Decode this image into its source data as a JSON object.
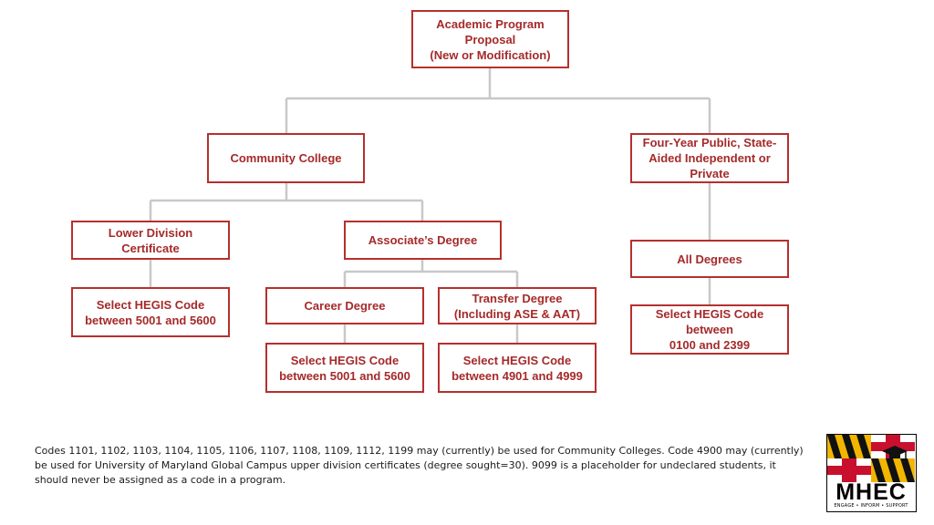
{
  "diagram": {
    "nodes": {
      "root": "Academic Program\nProposal\n(New or Modification)",
      "community_college": "Community College",
      "four_year": "Four-Year Public, State-\nAided Independent or\nPrivate",
      "lower_division": "Lower Division\nCertificate",
      "associates": "Associate’s Degree",
      "all_degrees": "All Degrees",
      "hegis_lower": "Select HEGIS Code\nbetween 5001 and 5600",
      "career": "Career Degree",
      "transfer": "Transfer Degree\n(Including ASE & AAT)",
      "hegis_all": "Select HEGIS Code\nbetween\n0100 and 2399",
      "hegis_career": "Select HEGIS Code\nbetween 5001 and 5600",
      "hegis_transfer": "Select HEGIS Code\nbetween 4901 and 4999"
    },
    "edges": [
      [
        "root",
        "community_college"
      ],
      [
        "root",
        "four_year"
      ],
      [
        "community_college",
        "lower_division"
      ],
      [
        "community_college",
        "associates"
      ],
      [
        "lower_division",
        "hegis_lower"
      ],
      [
        "associates",
        "career"
      ],
      [
        "associates",
        "transfer"
      ],
      [
        "career",
        "hegis_career"
      ],
      [
        "transfer",
        "hegis_transfer"
      ],
      [
        "four_year",
        "all_degrees"
      ],
      [
        "all_degrees",
        "hegis_all"
      ]
    ]
  },
  "footnote": "Codes 1101, 1102, 1103, 1104, 1105, 1106, 1107, 1108, 1109, 1112, 1199 may (currently) be used for Community Colleges.  Code 4900 may (currently) be used for University of Maryland Global Campus upper division certificates (degree sought=30).  9099 is a placeholder for undeclared students, it should never be assigned as a code in a program.",
  "logo": {
    "wordmark": "MHEC",
    "tagline": "ENGAGE • INFORM • SUPPORT"
  },
  "colors": {
    "box_border": "#b5302e",
    "box_text": "#a52a2a",
    "connector": "#c8c8c8"
  }
}
